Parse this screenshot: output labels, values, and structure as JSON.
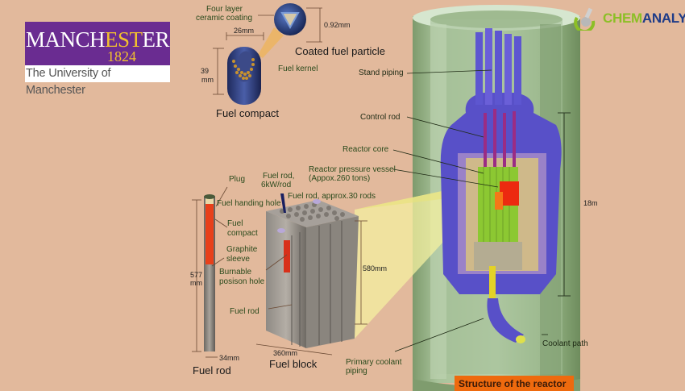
{
  "logos": {
    "university": {
      "name_part1": "MANCH",
      "name_part2": "EST",
      "name_part3": "ER",
      "year": "1824",
      "subtitle": "The University of Manchester",
      "brand_color": "#6a2c91",
      "accent_color": "#f2c12e"
    },
    "chemanalyst": {
      "part1": "CHEM",
      "part2": "ANALYST",
      "color_primary": "#8cbf26",
      "color_secondary": "#1f3c88"
    }
  },
  "fuel_particle": {
    "coating_label": "Four layer\nceramic coating",
    "coating_line1": "Four layer",
    "coating_line2": "ceramic coating",
    "particle_title": "Coated fuel particle",
    "particle_diameter": "0.92mm",
    "kernel_label": "Fuel kernel"
  },
  "fuel_compact": {
    "title": "Fuel compact",
    "width": "26mm",
    "height_line1": "39",
    "height_line2": "mm"
  },
  "fuel_rod": {
    "title": "Fuel rod",
    "plug_label": "Plug",
    "handling_hole_label": "Fuel handing hole",
    "compact_line1": "Fuel",
    "compact_line2": "compact",
    "sleeve_line1": "Graphite",
    "sleeve_line2": "sleeve",
    "poison_line1": "Burnable",
    "poison_line2": "posison hole",
    "length_line1": "577",
    "length_line2": "mm",
    "diameter": "34mm"
  },
  "fuel_block": {
    "title": "Fuel block",
    "rod_power_line1": "Fuel rod,",
    "rod_power_line2": "6kW/rod",
    "rod_count_label": "Fuel rod, approx.30 rods",
    "inner_rod_label": "Fuel rod",
    "height": "580mm",
    "width": "360mm"
  },
  "reactor": {
    "stand_piping": "Stand piping",
    "control_rod": "Control rod",
    "reactor_core": "Reactor core",
    "vessel_line1": "Reactor pressure vessel",
    "vessel_line2": "(Appox.260 tons)",
    "height": "18m",
    "coolant_path": "Coolant path",
    "primary_piping_line1": "Primary coolant",
    "primary_piping_line2": "piping",
    "caption": "Structure of the reactor",
    "caption_color": "#ee6a0e"
  }
}
